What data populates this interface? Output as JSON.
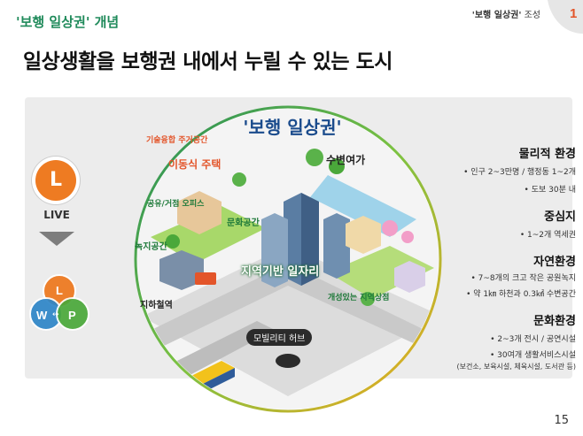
{
  "header": {
    "concept_title": "'보행 일상권' 개념",
    "headline": "일상생활을 보행권 내에서 누릴 수 있는 도시",
    "corner_label_bold": "'보행 일상권'",
    "corner_label_rest": " 조성",
    "corner_number": "1"
  },
  "diagram": {
    "title": "'보행 일상권'",
    "live_letter": "L",
    "live_label": "LIVE",
    "lwp": {
      "l": "L",
      "w": "W",
      "p": "P"
    },
    "labels": {
      "tech_space": "기술융합 주거공간",
      "mobile_housing": "이동식 주택",
      "waterfront": "수변여가",
      "shared_office": "공유/거점 오피스",
      "culture_space": "문화공간",
      "green_space": "녹지공간",
      "local_job": "지역기반 일자리",
      "subway": "지하철역",
      "local_shop": "개성있는 지역상점",
      "mobility_hub": "모빌리티 허브"
    }
  },
  "sections": [
    {
      "title": "물리적 환경",
      "items": [
        "• 인구 2~3만명 / 행정동 1~2개",
        "• 도보 30분 내"
      ]
    },
    {
      "title": "중심지",
      "items": [
        "• 1~2개 역세권"
      ]
    },
    {
      "title": "자연환경",
      "items": [
        "• 7~8개의 크고 작은 공원녹지",
        "• 약 1㎞ 하천과 0.3㎢ 수변공간"
      ]
    },
    {
      "title": "문화환경",
      "items": [
        "• 2~3개 전시 / 공연시설",
        "• 30여개 생활서비스시설"
      ],
      "note": "(보건소, 보육시설, 체육시설, 도서관 등)"
    }
  ],
  "page_number": "15",
  "colors": {
    "accent_green": "#1f8a5a",
    "orange": "#ee7b22",
    "navy": "#1a4b8c"
  }
}
